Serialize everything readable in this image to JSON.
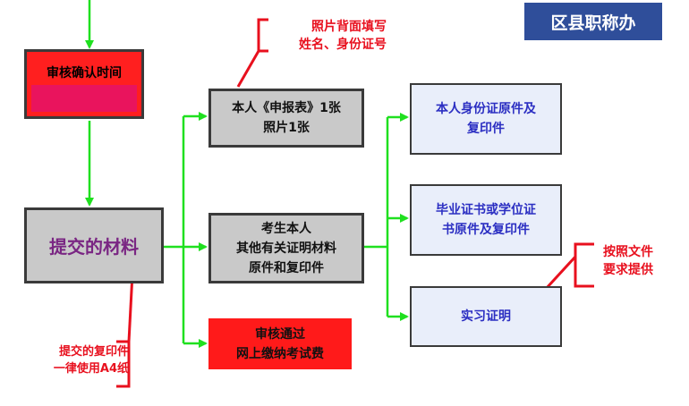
{
  "header": {
    "title": "区县职称办"
  },
  "nodes": {
    "review_time": {
      "label": "审核确认时间"
    },
    "submit_materials": {
      "label": "提交的材料"
    },
    "application_form": {
      "label": "本人《申报表》1张\n照片1张"
    },
    "other_materials": {
      "label": "考生本人\n其他有关证明材料\n原件和复印件"
    },
    "review_pass": {
      "label": "审核通过\n网上缴纳考试费"
    },
    "id_card": {
      "label": "本人身份证原件及\n复印件"
    },
    "diploma": {
      "label": "毕业证书或学位证\n书原件及复印件"
    },
    "internship": {
      "label": "实习证明"
    }
  },
  "notes": {
    "photo_back": "照片背面填写\n姓名、身份证号",
    "provide_per_doc": "按照文件\n要求提供",
    "copy_paper": "提交的复印件\n一律使用A4纸"
  },
  "colors": {
    "arrow": "#1fe01f",
    "annotation": "#e8101e",
    "header_bg": "#2f4e9a",
    "highlight_red": "#ff1f1f",
    "box_gray": "#c9c9c9",
    "box_blue": "#e9eefa"
  }
}
